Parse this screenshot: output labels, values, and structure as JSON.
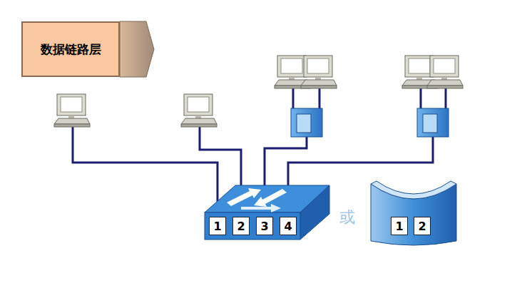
{
  "diagram": {
    "nodes": [
      {
        "text": [
          "数据链路层"
        ]
      },
      {
        "text": [
          "1"
        ]
      },
      {
        "text": [
          "2"
        ]
      },
      {
        "text": [
          "3"
        ]
      },
      {
        "text": [
          "4"
        ]
      },
      {
        "text": [
          "1"
        ]
      },
      {
        "text": [
          "2"
        ]
      }
    ],
    "labels": [
      "或"
    ]
  }
}
